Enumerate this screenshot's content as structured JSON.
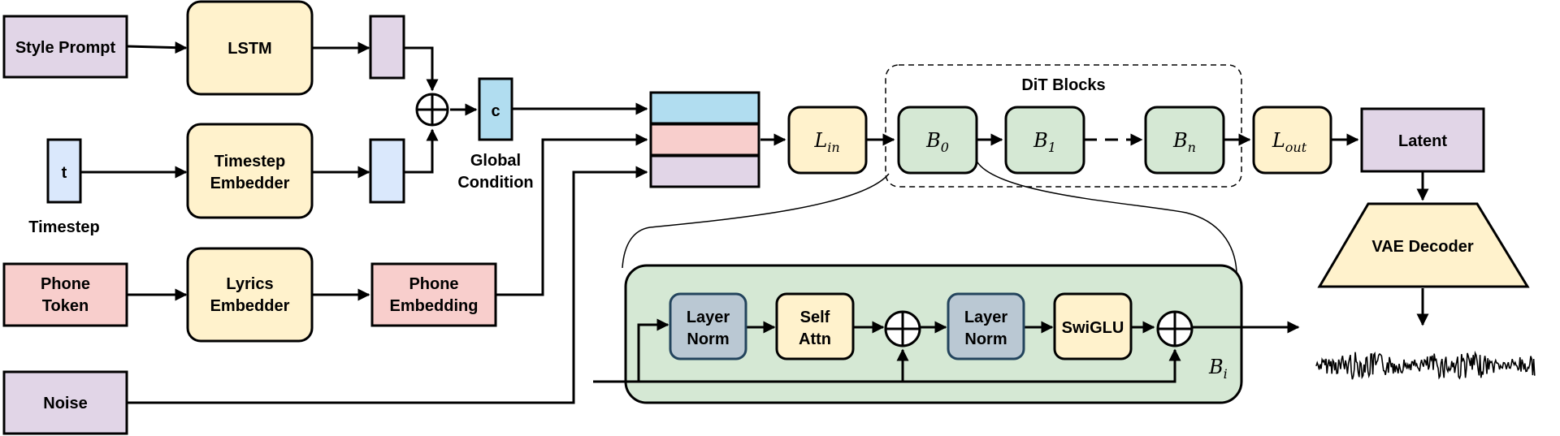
{
  "inputs": {
    "style_prompt": "Style Prompt",
    "timestep_symbol": "t",
    "timestep": "Timestep",
    "phone_token": [
      "Phone",
      "Token"
    ],
    "noise": "Noise"
  },
  "modules": {
    "lstm": "LSTM",
    "timestep_embedder": [
      "Timestep",
      "Embedder"
    ],
    "lyrics_embedder": [
      "Lyrics",
      "Embedder"
    ],
    "phone_embedding": [
      "Phone",
      "Embedding"
    ]
  },
  "condition": {
    "symbol": "c",
    "label": [
      "Global",
      "Condition"
    ]
  },
  "dit": {
    "title": "DiT Blocks",
    "l_in": {
      "base": "L",
      "sub": "in"
    },
    "b0": {
      "base": "B",
      "sub": "0"
    },
    "b1": {
      "base": "B",
      "sub": "1"
    },
    "bn": {
      "base": "B",
      "sub": "n"
    },
    "l_out": {
      "base": "L",
      "sub": "out"
    }
  },
  "block_detail": {
    "layer_norm_1": [
      "Layer",
      "Norm"
    ],
    "self_attn": [
      "Self",
      "Attn"
    ],
    "layer_norm_2": [
      "Layer",
      "Norm"
    ],
    "swiglu": "SwiGLU",
    "bi": {
      "base": "B",
      "sub": "i"
    }
  },
  "output": {
    "latent": "Latent",
    "vae_decoder": "VAE Decoder"
  },
  "colors": {
    "purple": "#e1d5e7",
    "yellow": "#fff2cc",
    "blue": "#dae8fc",
    "cyan": "#b1ddf0",
    "red": "#f8cecc",
    "green": "#d5e8d4",
    "gray_blue": "#bac8d3",
    "gray_blue_stroke": "#23445d"
  }
}
